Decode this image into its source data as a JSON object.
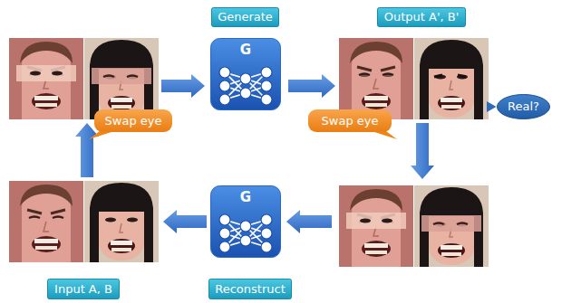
{
  "diagram": {
    "nodes": [
      {
        "text": [
          "Generate"
        ]
      },
      {
        "text": [
          "Output A', B'"
        ]
      },
      {
        "text": [
          "G"
        ]
      },
      {
        "text": [
          "Real?"
        ]
      },
      {
        "text": [
          "Swap eye"
        ]
      },
      {
        "text": [
          "Swap eye"
        ]
      },
      {
        "text": [
          "G"
        ]
      },
      {
        "text": [
          "Input A, B"
        ]
      },
      {
        "text": [
          "Reconstruct"
        ]
      }
    ]
  }
}
